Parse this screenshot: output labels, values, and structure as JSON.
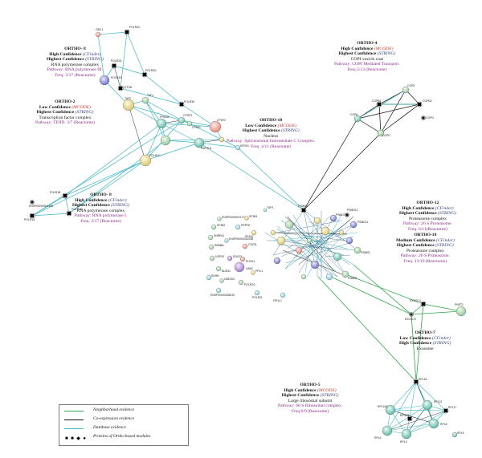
{
  "annotations": {
    "ortho8a": {
      "title": "ORTHO- 8",
      "l1": "High Confidence",
      "l1b": "(CFinder)",
      "l2": "Highest Confidence",
      "l2b": "(STRING)",
      "l3": "RNA polymerase complex",
      "l4": "Pathway: RNA polymerase III.",
      "l5": "Freq. 3/17 (Reactome)"
    },
    "ortho2": {
      "title": "ORTHO-2",
      "l1": "Low Confidence",
      "l1b": "(MCODE)",
      "l2": "Highest Confidence",
      "l2b": "(STRING)",
      "l3": "Transcription factor complex",
      "l4": "Pathway: TFIID. 3/7 (Reactome)"
    },
    "ortho8b": {
      "title": "ORTHO- 8",
      "l1": "High Confidence",
      "l1b": "(CFinder)",
      "l2": "Highest Confidence",
      "l2b": "(STRING)",
      "l3": "RNA polymerase complex",
      "l4": "Pathway: RNA polymerase I.",
      "l5": "Freq. 3/17 (Reactome)"
    },
    "ortho10": {
      "title": "ORTHO-10",
      "l1": "Low Confidence",
      "l1b": "(MCODE)",
      "l2": "Highest Confidence",
      "l2b": "(STRING)",
      "l3": "Nucleus",
      "l4": "Pathway: Spliceosomal Intermediate C Complex.",
      "l5": "Freq. 4/11 (Reactome)"
    },
    "ortho4": {
      "title": "ORTHO-4",
      "l1": "High Confidence",
      "l1b": "(MCODE)",
      "l2": "Highest Confidence",
      "l2b": "(STRING)",
      "l3": "COPI vesicle coat",
      "l4": "Pathway: COPI Mediated Transport.",
      "l5": "Freq.5/13 (Reactome)"
    },
    "ortho12": {
      "title": "ORTHO-12",
      "l1": "High Confidence",
      "l1b": "(CFinder)",
      "l2": "Highest Confidence",
      "l2b": "(STRING)",
      "l3": "Proteasome complex",
      "l4": "Pathway: 26 S Proteasome.",
      "l5": "Freq. 6/11(Reactome)"
    },
    "ortho18": {
      "title": "ORTHO-18",
      "l1": "Medium Confidence",
      "l1b": "(CFinder)",
      "l2": "Highest Confidence",
      "l2b": "(STRING)",
      "l3": "Proteasome complex",
      "l4": "Pathway: 26 S Proteasome.",
      "l5": "Freq. 13/19 (Reactome)"
    },
    "ortho7": {
      "title": "ORTHO-7",
      "l1": "Low Confidence",
      "l1b": "(CFinder)",
      "l2": "High Confidence",
      "l2b": "(STRING)",
      "l3": "Exosome"
    },
    "ortho5": {
      "title": "ORTHO-5",
      "l1": "High Confidence",
      "l1b": "(MCODE)",
      "l2": "Highest Confidence",
      "l2b": "(STRING)",
      "l3": "Large ribosomal subunit",
      "l4": "Pathway: 60 S Ribosomal complex.",
      "l5": "Freq.6/9 (Reactome)"
    }
  },
  "legend": {
    "neighborhood": "Neighborhood evidence",
    "coexpression": "Co-expression evidence",
    "database": "Database evidence",
    "proteins": "Proteins of Ortho-based modules",
    "colors": {
      "neighborhood": "#2da84a",
      "coexpression": "#111111",
      "database": "#3fb6c4"
    }
  },
  "nodes": {
    "polr3c": "POLR3C",
    "gbc1": "GBC1",
    "polr3g": "POLR3G",
    "polr2a": "POLR2A",
    "polr2h": "POLR2H",
    "gtf2b": "GTF2B",
    "taf2": "TAF2",
    "taf1": "TAF1",
    "polr3k": "POLR3K",
    "ppm2b": "PPM2B",
    "cpsf3": "CPSF3",
    "cpsf2": "CPSF2",
    "cpsf1": "CPSF1",
    "papola": "PAPOLA",
    "polr1a": "POLR1A",
    "polr1b": "POLR1B",
    "polr1c": "POLR1C",
    "polr1d": "POLR1D",
    "ensp1": "ENSP00000301466",
    "copa": "COPA",
    "copb1": "COPB1",
    "copb2": "COPB2",
    "copd": "COPD",
    "cope": "COPE",
    "copg": "COPG",
    "ptmd6": "PSMD6",
    "psmd7": "PSMD7",
    "psmd11": "PSMD11",
    "psmd1": "PSMD1",
    "psmd2": "PSMD2",
    "psmb2": "PSMB2",
    "psmb1": "PSMB1",
    "psmb4": "PSMB4",
    "psma1": "PSMA1",
    "psma6": "PSMA6",
    "psmd14": "PSMD14",
    "psmc3": "PSMC3",
    "psmc5": "PSMC5",
    "tap2": "TAP2",
    "psmd12": "PSMD12",
    "exosc4": "EXOSC4",
    "exosc9": "EXOSC9",
    "pnpt1": "PNPT1",
    "rpl18": "RPL18",
    "rpl17": "RPL17",
    "rpl22": "RPL22",
    "rpl8": "RPL8",
    "rpl3": "RPL3",
    "rpl4": "RPL4",
    "rpl6": "RPL6",
    "rpl10a": "RPL10A",
    "eif4a3": "EIF4A3",
    "sf3b1": "SF3B1",
    "sf3b2": "SF3B2",
    "sf3a1": "SF3A1",
    "prpf8": "PRPF8",
    "snrpa1": "SNRPA1",
    "rbm8a": "RBM8A",
    "cdc5l": "CDC5L",
    "usp39": "USP39",
    "ddx23": "DDX23",
    "plrg1": "PLRG1",
    "bud31": "BUD31",
    "xab2": "XAB2",
    "ppil1": "PPIL1",
    "ensp2": "ENSP00000372177",
    "ensp3": "ENSP00000310038",
    "ensp4": "ENSP00000228619",
    "sdhb": "SDHB",
    "polr2l": "POLR2L",
    "fip1l1": "FIP1L1",
    "sfrs1": "SFRS1",
    "polr2g": "POLR2G",
    "ube2d": "UBE2D3"
  }
}
